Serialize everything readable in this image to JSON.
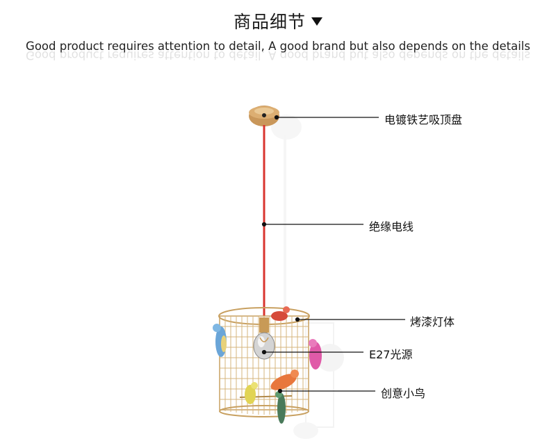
{
  "header": {
    "title": "商品细节",
    "subtitle": "Good product requires attention to detail, A good brand but also depends on the details"
  },
  "callouts": [
    {
      "id": "canopy",
      "text": "电镀铁艺吸顶盘"
    },
    {
      "id": "wire",
      "text": "绝缘电线"
    },
    {
      "id": "body",
      "text": "烤漆灯体"
    },
    {
      "id": "bulb",
      "text": "E27光源"
    },
    {
      "id": "birds",
      "text": "创意小鸟"
    }
  ],
  "colors": {
    "cord": "#d9342f",
    "gold": "#c8a060",
    "leader": "#111111"
  },
  "icons": [
    "down-triangle-icon"
  ]
}
